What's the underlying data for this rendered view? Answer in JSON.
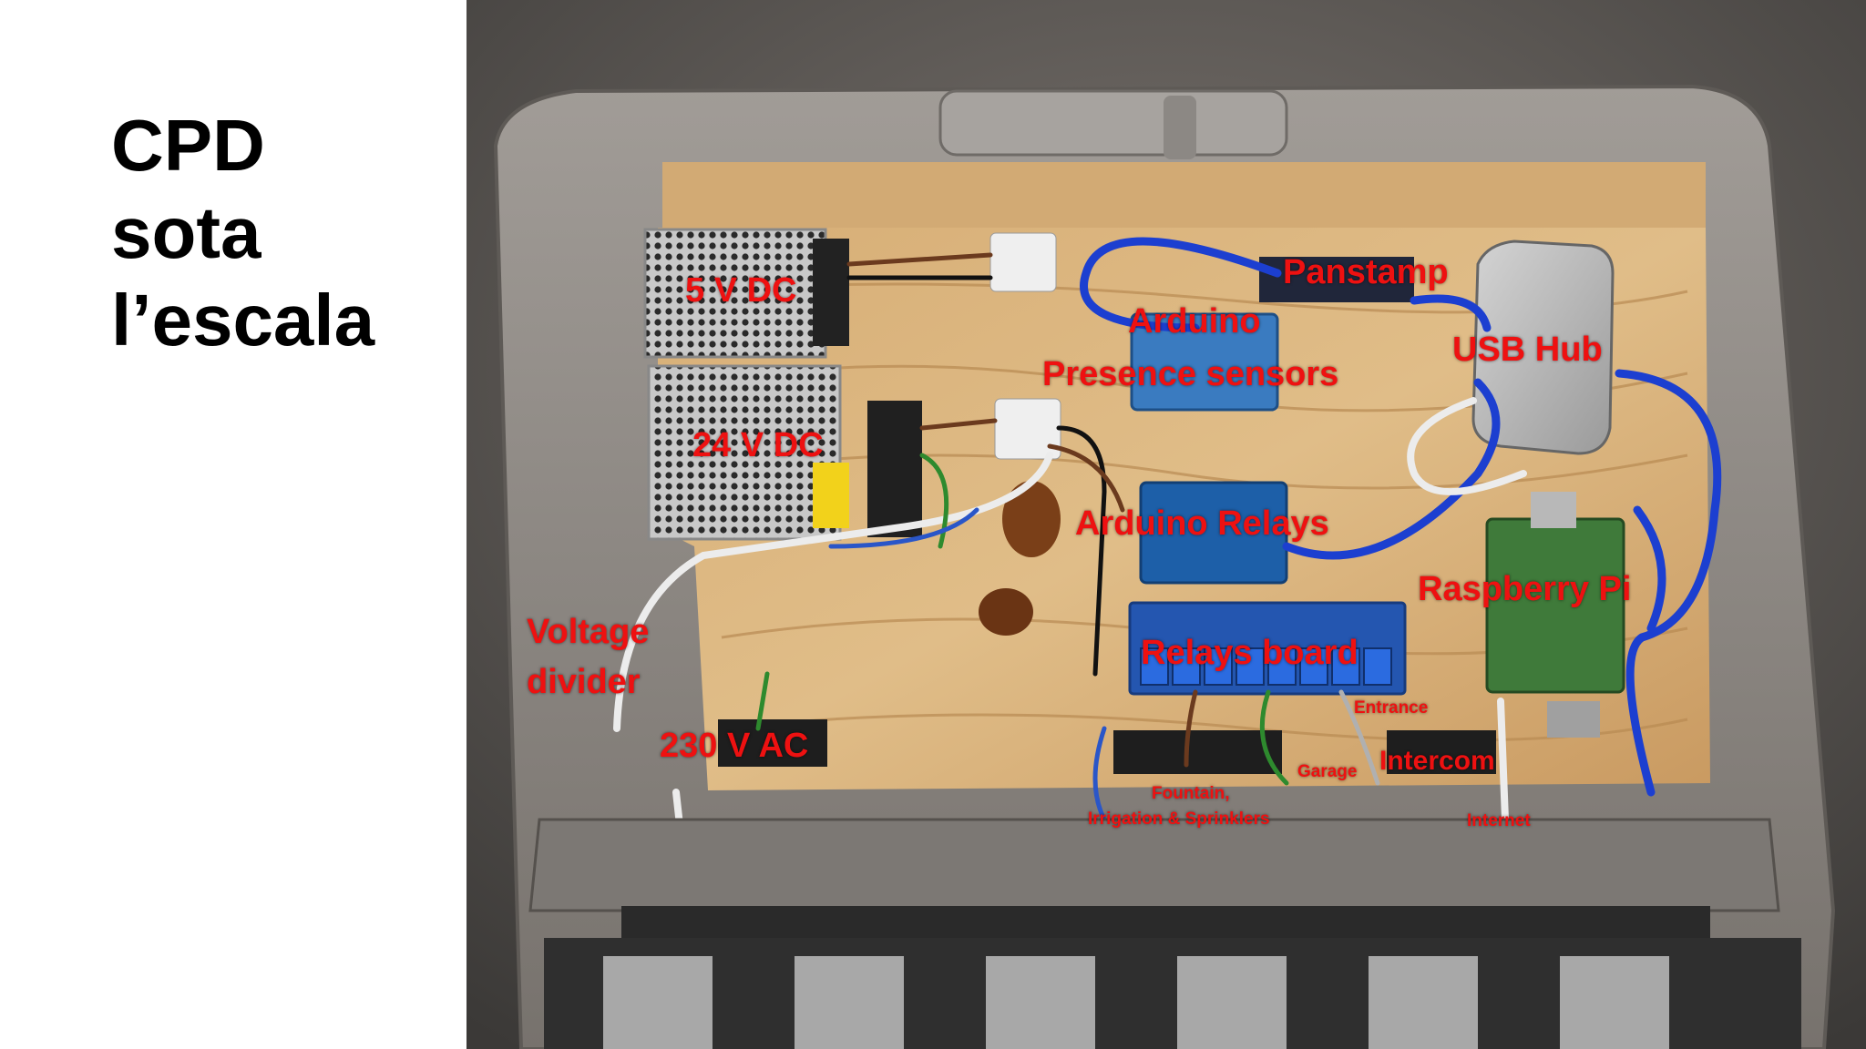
{
  "slide": {
    "title_lines": [
      "CPD",
      "sota",
      "l’escala"
    ]
  },
  "photo": {
    "labels": {
      "psu_5v": "5 V DC",
      "psu_24v": "24 V DC",
      "panstamp": "Panstamp",
      "arduino": "Arduino",
      "presence_sensors": "Presence sensors",
      "usb_hub": "USB Hub",
      "arduino_relays": "Arduino Relays",
      "raspberry_pi": "Raspberry Pi",
      "voltage": "Voltage",
      "divider": "divider",
      "relays_board": "Relays board",
      "ac_230v": "230 V AC",
      "entrance": "Entrance",
      "intercom": "Intercom",
      "garage": "Garage",
      "fountain": "Fountain,",
      "irrigation": "Irrigation & Sprinklers",
      "internet": "Internet"
    },
    "colors": {
      "label_red": "#ee1111",
      "wood": "#d8b078",
      "enclosure": "#8e8a86",
      "cable_blue": "#1c3fd0"
    }
  }
}
